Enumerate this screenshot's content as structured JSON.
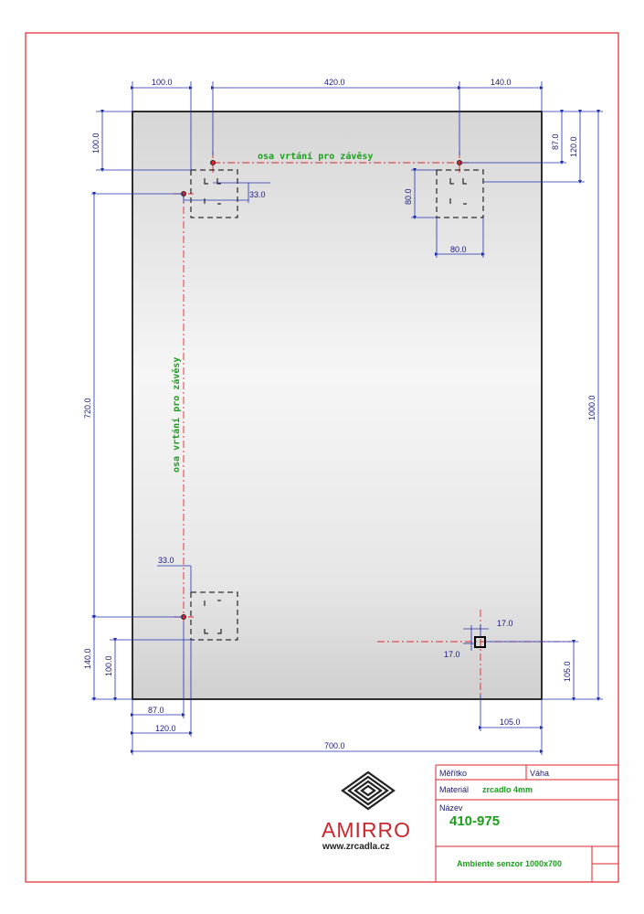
{
  "colors": {
    "frame": "#e0262b",
    "dimension": "#1f2fb0",
    "axis": "#e0262b",
    "note": "#1aa01a",
    "mirror_edge": "#000000",
    "brand": "#c8282e"
  },
  "drawing": {
    "axis_label": "osa vrtání pro závěsy",
    "dimensions": {
      "top_left": "100.0",
      "top_middle": "420.0",
      "top_right": "140.0",
      "left_top": "100.0",
      "right_87": "87.0",
      "right_120": "120.0",
      "right_total": "1000.0",
      "hole_offset_top": "33.0",
      "bracket_height": "80.0",
      "bracket_width": "80.0",
      "left_720": "720.0",
      "hole_offset_bottom": "33.0",
      "left_140": "140.0",
      "left_100_bottom": "100.0",
      "bottom_87": "87.0",
      "bottom_120": "120.0",
      "bottom_total": "700.0",
      "sensor_17_h": "17.0",
      "sensor_17_v": "17.0",
      "sensor_105_right": "105.0",
      "sensor_105_bottom": "105.0"
    }
  },
  "title_block": {
    "scale_label": "Měřítko",
    "weight_label": "Váha",
    "material_label": "Materiál",
    "material_value": "zrcadlo 4mm",
    "name_label": "Název",
    "name_value": "410-975",
    "description": "Ambiente senzor 1000x700"
  },
  "brand": {
    "name": "AMIRRO",
    "website": "www.zrcadla.cz"
  }
}
